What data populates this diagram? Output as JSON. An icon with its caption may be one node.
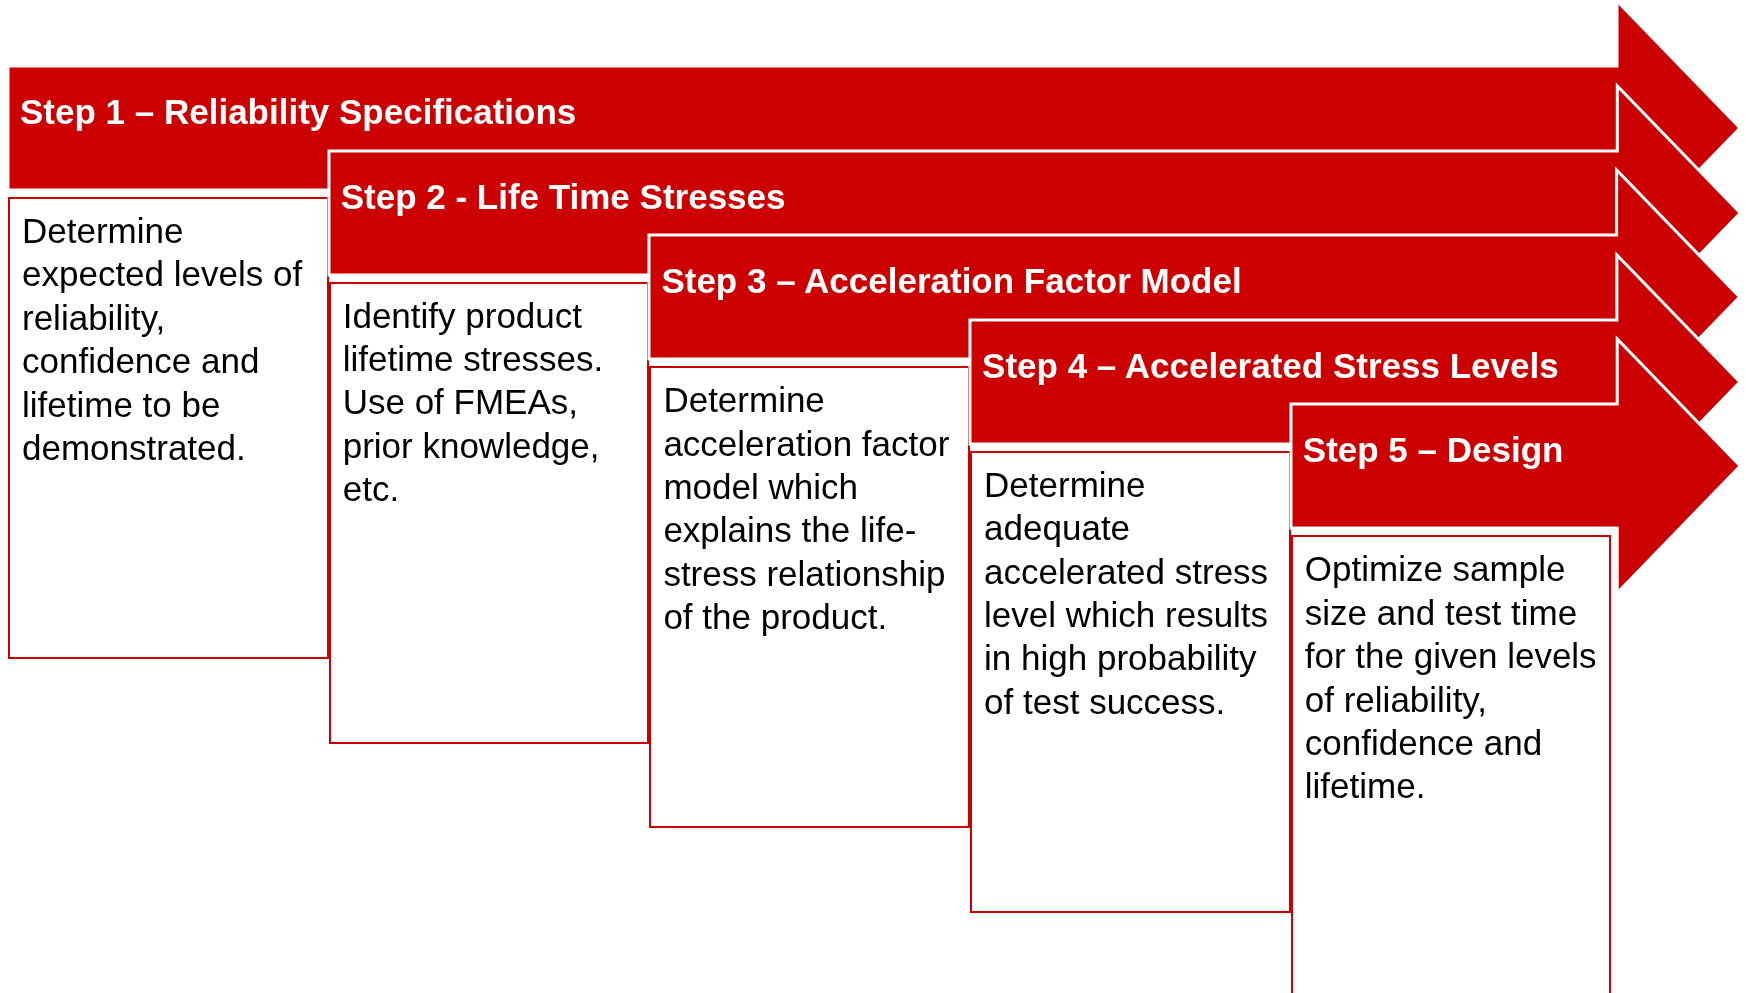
{
  "diagram": {
    "nodes": [
      {
        "text": [
          "Step 1 – Reliability Specifications"
        ]
      },
      {
        "text": [
          "Determine expected levels of reliability, confidence and lifetime to be demonstrated."
        ]
      },
      {
        "text": [
          "Step 2 - Life Time Stresses"
        ]
      },
      {
        "text": [
          "Identify product lifetime stresses. Use of FMEAs, prior knowledge, etc."
        ]
      },
      {
        "text": [
          "Step 3 – Acceleration Factor Model"
        ]
      },
      {
        "text": [
          "Determine acceleration factor model which explains the life-stress relationship of the product."
        ]
      },
      {
        "text": [
          "Step 4 – Accelerated Stress Levels"
        ]
      },
      {
        "text": [
          "Determine adequate accelerated stress level which results in high probability of test success."
        ]
      },
      {
        "text": [
          "Step 5 – Design"
        ]
      },
      {
        "text": [
          "Optimize sample size and test time for the given levels of reliability, confidence and lifetime."
        ]
      }
    ]
  }
}
